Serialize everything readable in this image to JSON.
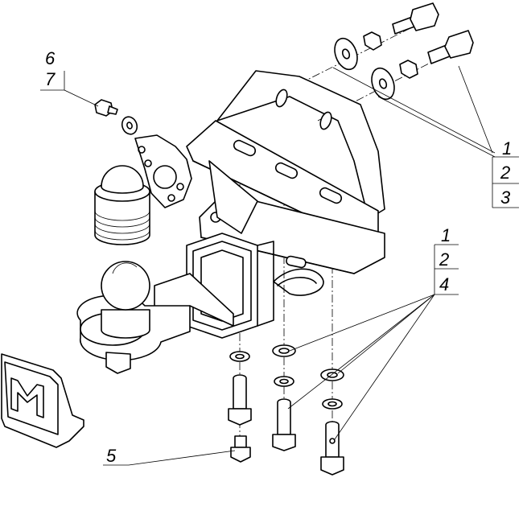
{
  "callouts": {
    "group_a": [
      "6",
      "7"
    ],
    "group_b": [
      "1",
      "2",
      "3"
    ],
    "group_c": [
      "1",
      "2",
      "4"
    ],
    "single": "5"
  },
  "cover_logo": "M",
  "colors": {
    "line": "#000000",
    "background": "#ffffff"
  }
}
